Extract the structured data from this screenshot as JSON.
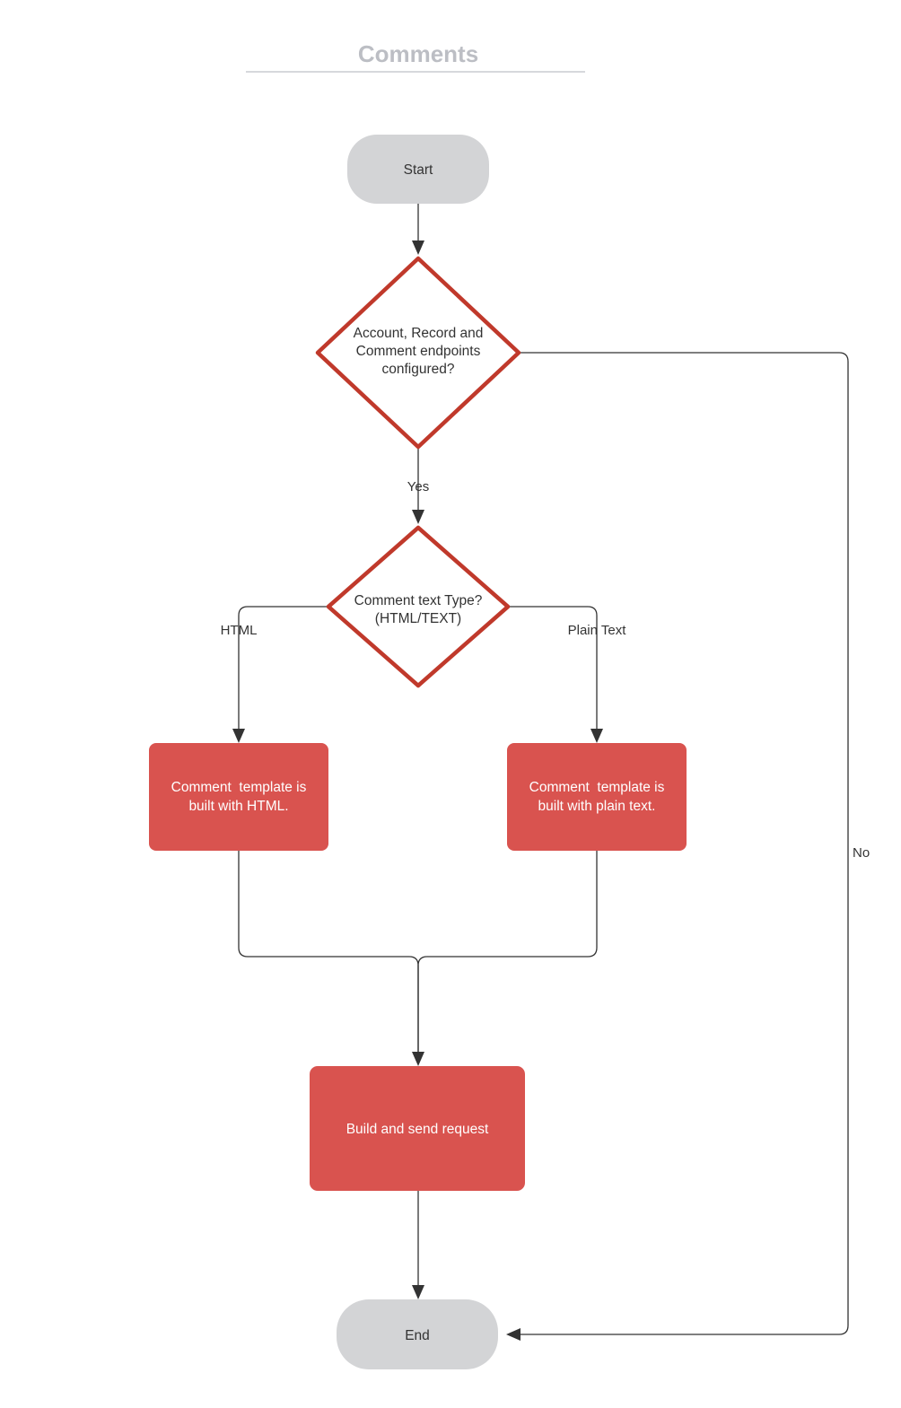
{
  "diagram": {
    "title": "Comments",
    "type": "flowchart",
    "orientation": "top-to-bottom",
    "colors": {
      "terminal_fill": "#d3d4d6",
      "process_fill": "#d9534f",
      "decision_stroke": "#c0392b",
      "decision_fill": "#ffffff",
      "edge_stroke": "#333333",
      "title_color": "#bcbec4"
    },
    "nodes": [
      {
        "id": "start",
        "shape": "stadium",
        "label": "Start"
      },
      {
        "id": "decision1",
        "shape": "diamond",
        "label_lines": [
          "Account, Record and",
          "Comment endpoints",
          "configured?"
        ]
      },
      {
        "id": "decision2",
        "shape": "diamond",
        "label_lines": [
          "Comment text Type?",
          "(HTML/TEXT)"
        ]
      },
      {
        "id": "html_box",
        "shape": "rectangle",
        "label_lines": [
          "Comment  template is",
          "built with HTML."
        ]
      },
      {
        "id": "plain_box",
        "shape": "rectangle",
        "label_lines": [
          "Comment  template is",
          "built with plain text."
        ]
      },
      {
        "id": "build_box",
        "shape": "rectangle",
        "label_lines": [
          "Build and send request"
        ]
      },
      {
        "id": "end",
        "shape": "stadium",
        "label": "End"
      }
    ],
    "edges": [
      {
        "from": "start",
        "to": "decision1",
        "label": ""
      },
      {
        "from": "decision1",
        "to": "decision2",
        "label": "Yes"
      },
      {
        "from": "decision1",
        "to": "end",
        "label": "No"
      },
      {
        "from": "decision2",
        "to": "html_box",
        "label": "HTML"
      },
      {
        "from": "decision2",
        "to": "plain_box",
        "label": "Plain Text"
      },
      {
        "from": "html_box",
        "to": "build_box",
        "label": ""
      },
      {
        "from": "plain_box",
        "to": "build_box",
        "label": ""
      },
      {
        "from": "build_box",
        "to": "end",
        "label": ""
      }
    ]
  }
}
